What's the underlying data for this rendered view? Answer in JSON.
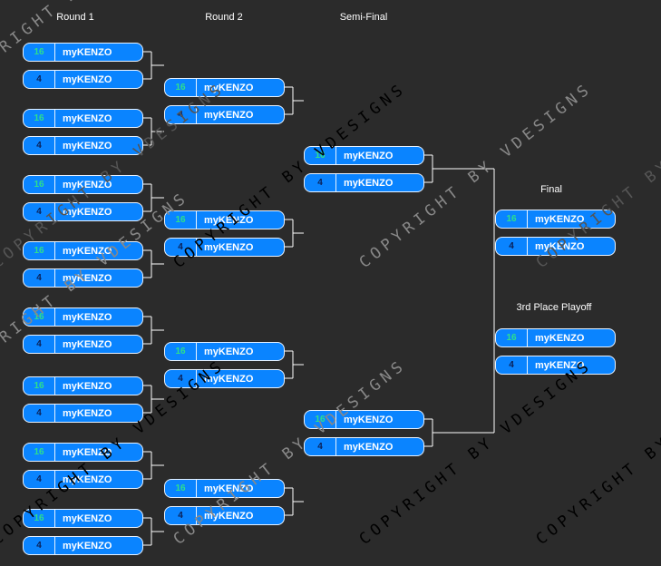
{
  "headers": {
    "round1": "Round 1",
    "round2": "Round 2",
    "semi": "Semi-Final",
    "final": "Final",
    "third": "3rd Place Playoff"
  },
  "colors": {
    "box": "#0a84ff",
    "win_score": "#2ee08a",
    "lose_score": "#0b1f55",
    "line": "#ffffff"
  },
  "watermark": "COPYRIGHT BY VDESIGNS",
  "rounds": {
    "round1": [
      {
        "score": "16",
        "team": "myKENZO"
      },
      {
        "score": "4",
        "team": "myKENZO"
      },
      {
        "score": "16",
        "team": "myKENZO"
      },
      {
        "score": "4",
        "team": "myKENZO"
      },
      {
        "score": "16",
        "team": "myKENZO"
      },
      {
        "score": "4",
        "team": "myKENZO"
      },
      {
        "score": "16",
        "team": "myKENZO"
      },
      {
        "score": "4",
        "team": "myKENZO"
      },
      {
        "score": "16",
        "team": "myKENZO"
      },
      {
        "score": "4",
        "team": "myKENZO"
      },
      {
        "score": "16",
        "team": "myKENZO"
      },
      {
        "score": "4",
        "team": "myKENZO"
      },
      {
        "score": "16",
        "team": "myKENZO"
      },
      {
        "score": "4",
        "team": "myKENZO"
      },
      {
        "score": "16",
        "team": "myKENZO"
      },
      {
        "score": "4",
        "team": "myKENZO"
      }
    ],
    "round2": [
      {
        "score": "16",
        "team": "myKENZO"
      },
      {
        "score": "4",
        "team": "myKENZO"
      },
      {
        "score": "16",
        "team": "myKENZO"
      },
      {
        "score": "4",
        "team": "myKENZO"
      },
      {
        "score": "16",
        "team": "myKENZO"
      },
      {
        "score": "4",
        "team": "myKENZO"
      },
      {
        "score": "16",
        "team": "myKENZO"
      },
      {
        "score": "4",
        "team": "myKENZO"
      }
    ],
    "semi": [
      {
        "score": "16",
        "team": "myKENZO"
      },
      {
        "score": "4",
        "team": "myKENZO"
      },
      {
        "score": "16",
        "team": "myKENZO"
      },
      {
        "score": "4",
        "team": "myKENZO"
      }
    ],
    "final": [
      {
        "score": "16",
        "team": "myKENZO"
      },
      {
        "score": "4",
        "team": "myKENZO"
      }
    ],
    "third": [
      {
        "score": "16",
        "team": "myKENZO"
      },
      {
        "score": "4",
        "team": "myKENZO"
      }
    ]
  }
}
